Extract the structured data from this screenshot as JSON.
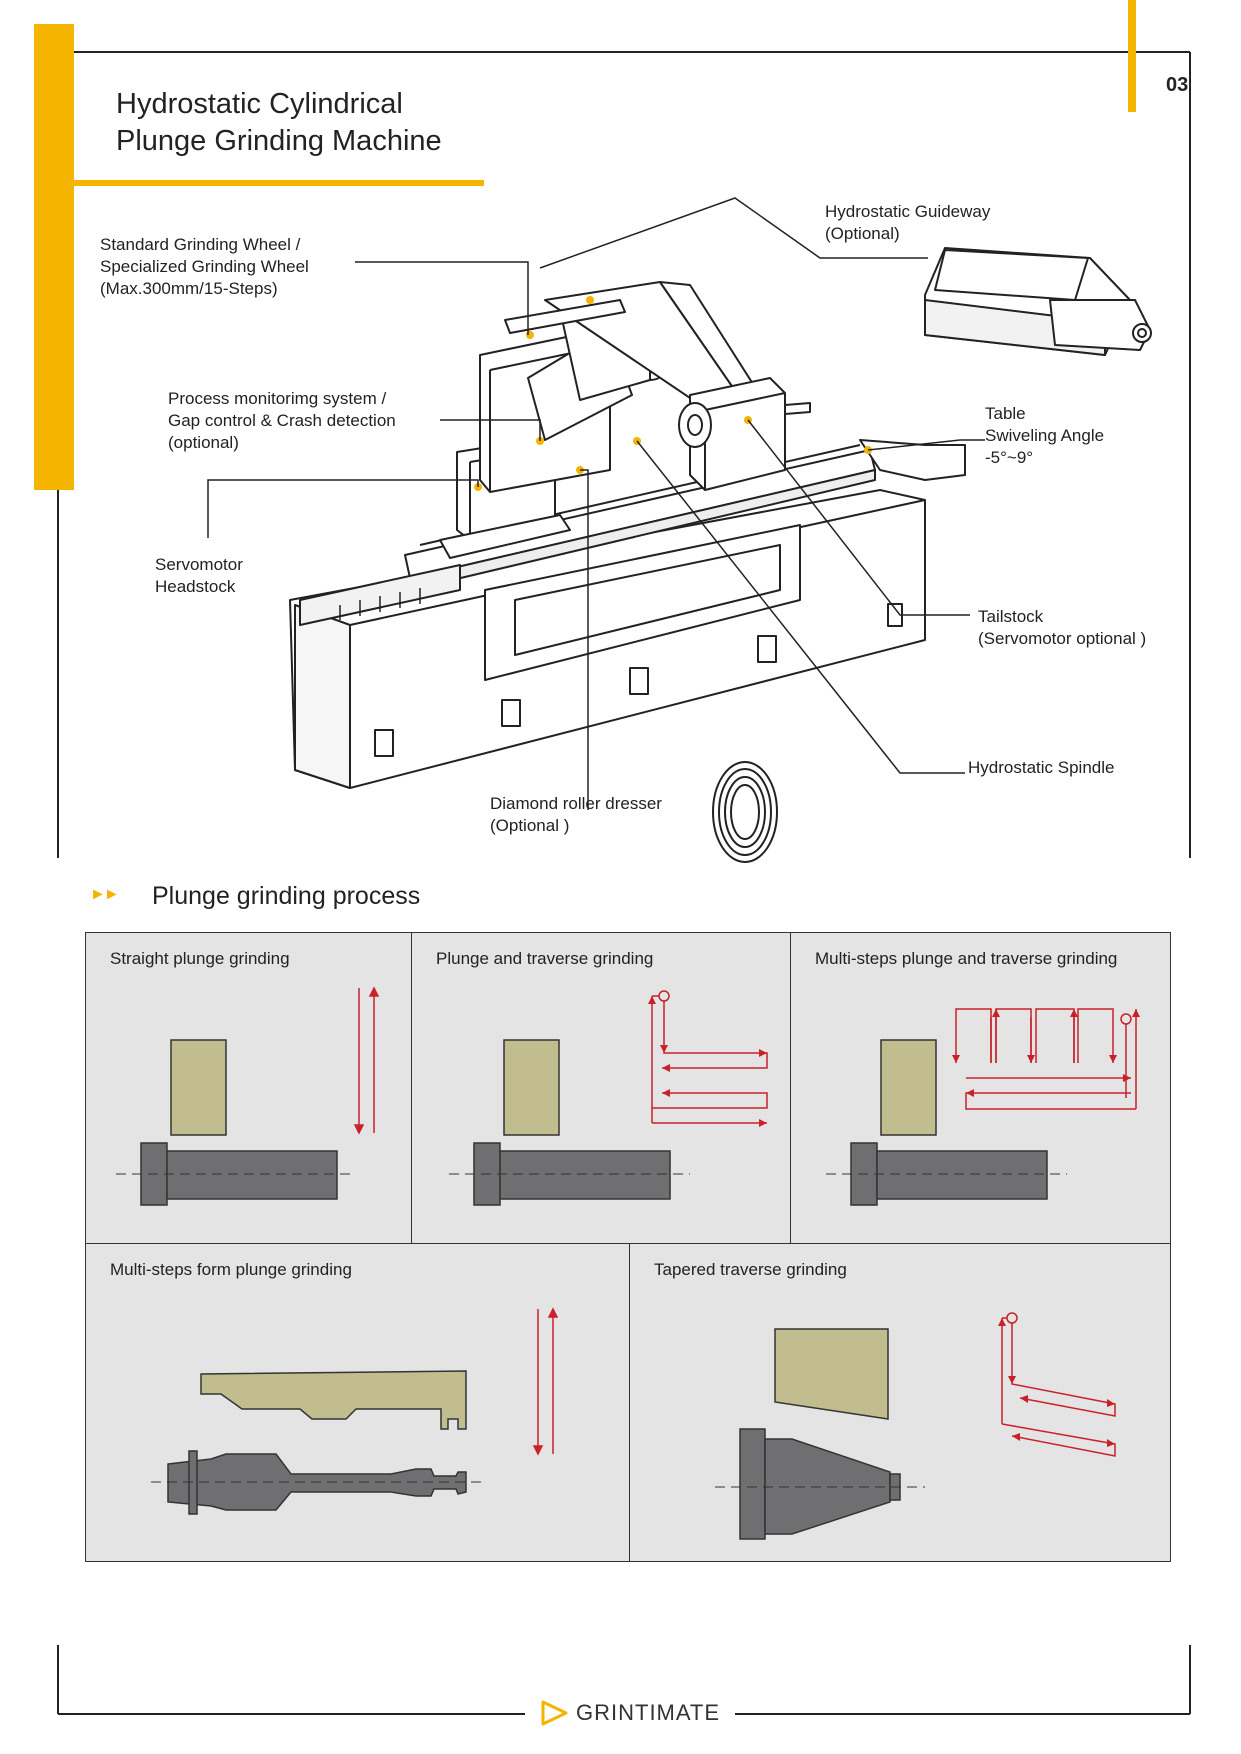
{
  "page": {
    "number": "03",
    "title": "Hydrostatic Cylindrical\nPlunge  Grinding  Machine"
  },
  "callouts": {
    "grinding_wheel": "Standard Grinding Wheel /\nSpecialized Grinding Wheel\n(Max.300mm/15-Steps)",
    "guideway": "Hydrostatic Guideway\n(Optional)",
    "process_monitoring": "Process monitorimg system /\nGap control & Crash detection\n(optional)",
    "table": "Table\nSwiveling Angle\n-5°~9°",
    "headstock": "Servomotor\nHeadstock",
    "tailstock": "Tailstock\n(Servomotor optional )",
    "spindle": "Hydrostatic Spindle",
    "dresser": "Diamond roller dresser\n(Optional )"
  },
  "section": {
    "title": "Plunge grinding process",
    "bullet": "►►"
  },
  "processes": [
    {
      "title": "Straight plunge grinding"
    },
    {
      "title": "Plunge and traverse grinding"
    },
    {
      "title": "Multi-steps plunge and traverse grinding"
    },
    {
      "title": "Multi-steps  form plunge  grinding"
    },
    {
      "title": "Tapered traverse grinding"
    }
  ],
  "footer": {
    "brand": "GRINTIMATE"
  },
  "colors": {
    "accent": "#f5b400",
    "panel_bg": "#e4e4e4",
    "wheel": "#c2bd8e",
    "workpiece": "#6f6f71",
    "path": "#c9202a"
  }
}
